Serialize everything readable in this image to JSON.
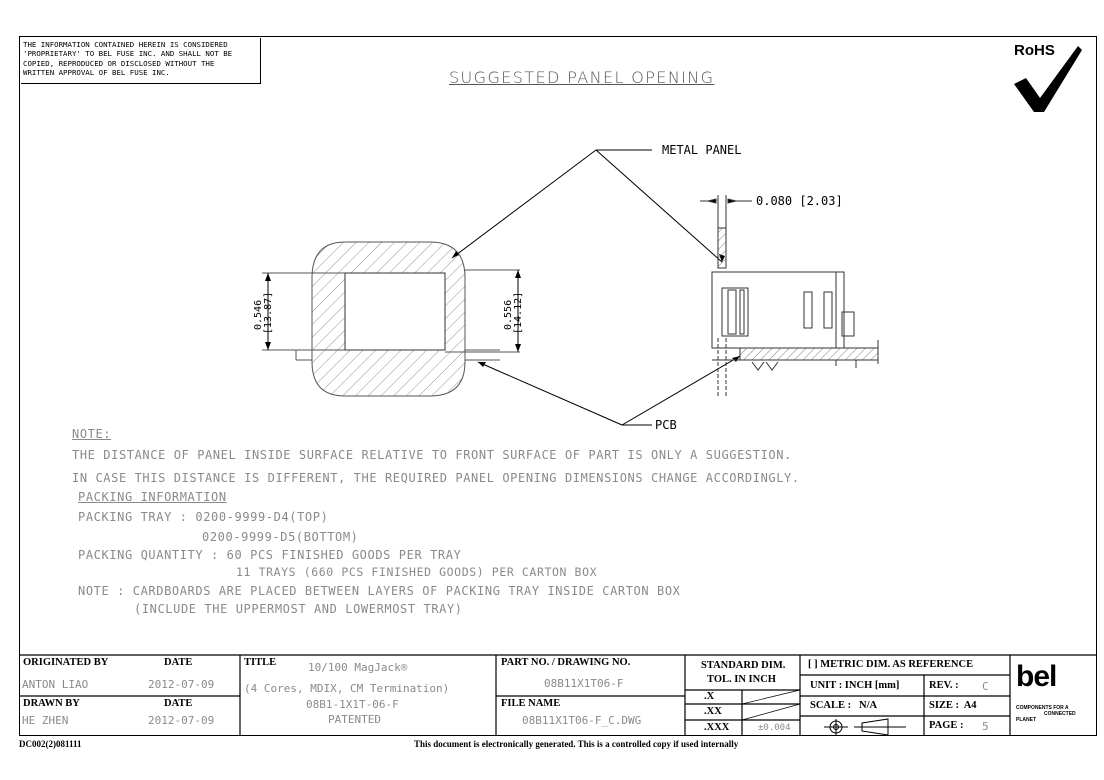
{
  "notice": "THE INFORMATION CONTAINED HEREIN IS CONSIDERED\n'PROPRIETARY' TO BEL FUSE INC. AND SHALL NOT BE\nCOPIED, REPRODUCED OR DISCLOSED WITHOUT THE\nWRITTEN APPROVAL OF BEL FUSE INC.",
  "drawing_title": "SUGGESTED PANEL OPENING",
  "rohs": "RoHS",
  "labels": {
    "metal_panel": "METAL PANEL",
    "pcb": "PCB",
    "dim_thickness": "0.080 [2.03]",
    "dim_left_in": "0.546",
    "dim_left_mm": "[13.87]",
    "dim_right_in": "0.556",
    "dim_right_mm": "[14.12]"
  },
  "notes": {
    "heading": "NOTE:",
    "line1": "THE DISTANCE OF PANEL INSIDE SURFACE RELATIVE TO FRONT SURFACE OF PART IS ONLY A SUGGESTION.",
    "line2": "IN CASE THIS DISTANCE IS DIFFERENT, THE REQUIRED PANEL OPENING DIMENSIONS CHANGE ACCORDINGLY.",
    "packing_heading": "PACKING INFORMATION",
    "tray1": "PACKING TRAY : 0200-9999-D4(TOP)",
    "tray2": "0200-9999-D5(BOTTOM)",
    "qty1": "PACKING QUANTITY : 60 PCS FINISHED GOODS PER TRAY",
    "qty2": "11 TRAYS (660 PCS FINISHED GOODS) PER CARTON BOX",
    "note1": "NOTE : CARDBOARDS ARE PLACED BETWEEN LAYERS OF PACKING TRAY INSIDE CARTON BOX",
    "note2": "(INCLUDE THE UPPERMOST AND LOWERMOST TRAY)"
  },
  "title_block": {
    "originated_by_label": "ORIGINATED BY",
    "originated_by": "ANTON LIAO",
    "date_label_1": "DATE",
    "date_1": "2012-07-09",
    "drawn_by_label": "DRAWN BY",
    "drawn_by": "HE ZHEN",
    "date_label_2": "DATE",
    "date_2": "2012-07-09",
    "title_label": "TITLE",
    "title_line1": "10/100 MagJack®",
    "title_line2": "(4 Cores, MDIX, CM Termination)",
    "title_line3": "08B1-1X1T-06-F",
    "title_line4": "PATENTED",
    "part_no_label": "PART NO. / DRAWING NO.",
    "part_no": "08B11X1T06-F",
    "file_name_label": "FILE NAME",
    "file_name": "08B11X1T06-F_C.DWG",
    "std_dim_label": "STANDARD DIM.",
    "tol_label": "TOL. IN INCH",
    "tol_x": ".X",
    "tol_xx": ".XX",
    "tol_xxx": ".XXX",
    "tol_xxx_val": "±0.004",
    "metric_ref": "[ ] METRIC DIM. AS REFERENCE",
    "unit": "UNIT : INCH [mm]",
    "rev_label": "REV. :",
    "rev": "C",
    "scale": "SCALE :   N/A",
    "size": "SIZE :  A4",
    "page_label": "PAGE :",
    "page": "5",
    "logo": "bel",
    "tagline1": "COMPONENTS FOR A",
    "tagline2": "CONNECTED",
    "tagline3": "PLANET"
  },
  "footer": {
    "doc_code": "DC002(2)081111",
    "statement": "This document is electronically generated. This is a controlled copy if used internally"
  }
}
